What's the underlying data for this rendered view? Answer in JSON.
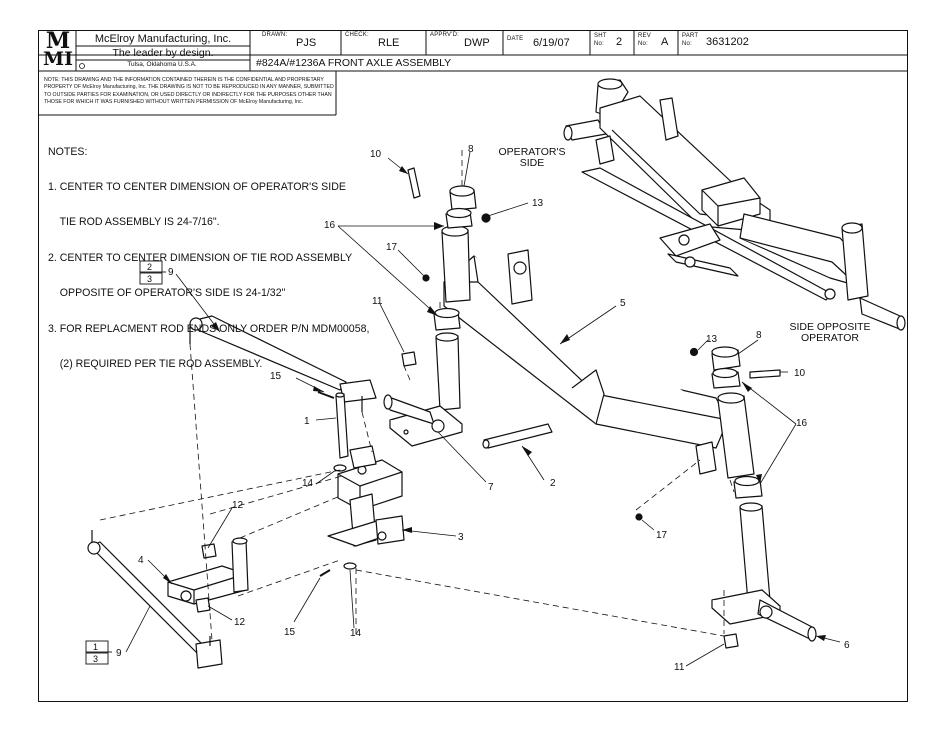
{
  "title_block": {
    "logo_top": "M",
    "logo_bottom": "MI",
    "company": "McElroy Manufacturing, Inc.",
    "tagline": "The leader by design.",
    "location": "Tulsa, Oklahoma U.S.A.",
    "drawn_label": "DRAWN:",
    "drawn": "PJS",
    "check_label": "CHECK:",
    "check": "RLE",
    "apprvd_label": "APPRV'D:",
    "apprvd": "DWP",
    "date_label": "DATE",
    "date": "6/19/07",
    "sht_label": "SHT No:",
    "sht": "2",
    "rev_label": "REV No:",
    "rev": "A",
    "part_label": "PART No:",
    "part": "3631202",
    "drawing_title": "#824A/#1236A FRONT AXLE ASSEMBLY",
    "confidential": "NOTE: THIS DRAWING AND THE INFORMATION CONTAINED THEREIN IS THE CONFIDENTIAL AND PROPRIETARY PROPERTY OF McElroy Manufacturing, Inc. THE DRAWING IS NOT TO BE REPRODUCED IN ANY MANNER, SUBMITTED TO OUTSIDE PARTIES FOR EXAMINATION, OR USED DIRECTLY OR INDIRECTLY FOR THE PURPOSES OTHER THAN THOSE FOR WHICH IT WAS FURNISHED WITHOUT WRITTEN PERMISSION OF McElroy Manufacturing, Inc."
  },
  "notes": {
    "heading": "NOTES:",
    "lines": [
      "1. CENTER TO CENTER DIMENSION OF OPERATOR'S SIDE",
      "    TIE ROD ASSEMBLY IS 24-7/16\".",
      "2. CENTER TO CENTER DIMENSION OF TIE ROD ASSEMBLY",
      "    OPPOSITE OF OPERATOR'S SIDE IS 24-1/32\"",
      "3. FOR REPLACMENT ROD ENDS ONLY ORDER P/N MDM00058,",
      "    (2) REQUIRED PER TIE ROD ASSEMBLY."
    ]
  },
  "views": {
    "operators_side": [
      "OPERATOR'S",
      "SIDE"
    ],
    "side_opposite": [
      "SIDE OPPOSITE",
      "OPERATOR"
    ]
  },
  "callouts": {
    "c1": "1",
    "c2": "2",
    "c3": "3",
    "c4": "4",
    "c5": "5",
    "c6": "6",
    "c7": "7",
    "c8a": "8",
    "c8b": "8",
    "c9a": "9",
    "c9b": "9",
    "c10a": "10",
    "c10b": "10",
    "c11a": "11",
    "c11b": "11",
    "c12a": "12",
    "c12b": "12",
    "c13a": "13",
    "c13b": "13",
    "c14a": "14",
    "c14b": "14",
    "c15a": "15",
    "c15b": "15",
    "c16a": "16",
    "c16b": "16",
    "c17a": "17",
    "c17b": "17",
    "flag2": "2",
    "flag3a": "3",
    "flag1": "1",
    "flag3b": "3"
  }
}
